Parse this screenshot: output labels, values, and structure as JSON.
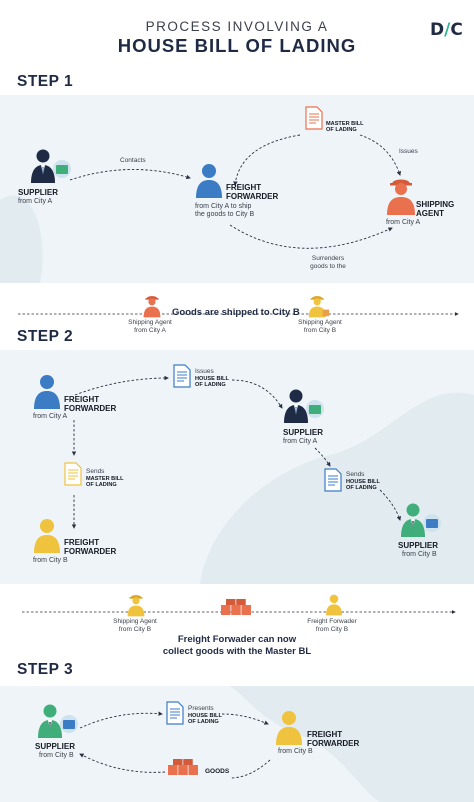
{
  "header": {
    "pretitle": "PROCESS INVOLVING A",
    "title": "HOUSE BILL OF LADING",
    "logo_text_left": "D",
    "logo_text_slash": "/",
    "logo_text_right": "C"
  },
  "colors": {
    "navy": "#1f2a44",
    "blue": "#3b7cc4",
    "orange": "#e9714e",
    "yellow": "#f0c33e",
    "green": "#3fae7a",
    "panel": "#eef4f8",
    "blob": "#e2ebf0"
  },
  "step1": {
    "title": "STEP 1",
    "supplier_name": "SUPPLIER",
    "supplier_city": "from City A",
    "contacts_label": "Contacts",
    "forwarder_name_1": "FREIGHT",
    "forwarder_name_2": "FORWARDER",
    "forwarder_note_1": "from City A to ship",
    "forwarder_note_2": "the goods to City B",
    "doc_label_1": "MASTER BILL",
    "doc_label_2": "OF LADING",
    "issues_label": "Issues",
    "agent_name_1": "SHIPPING",
    "agent_name_2": "AGENT",
    "agent_city": "from City A",
    "surrenders_1": "Surrenders",
    "surrenders_2": "goods to the"
  },
  "transfer1": {
    "text": "Goods are shipped to City B",
    "left_label_1": "Shipping Agent",
    "left_label_2": "from City A",
    "right_label_1": "Shipping Agent",
    "right_label_2": "from City B"
  },
  "step2": {
    "title": "STEP 2",
    "forwarder_a_name_1": "FREIGHT",
    "forwarder_a_name_2": "FORWARDER",
    "forwarder_a_city": "from City A",
    "issues_small": "Issues",
    "house_bill_1": "HOUSE BILL",
    "house_bill_2": "OF LADING",
    "supplier_a_name": "SUPPLIER",
    "supplier_a_city": "from City A",
    "sends_small": "Sends",
    "master_bill_1": "MASTER BILL",
    "master_bill_2": "OF LADING",
    "forwarder_b_name_1": "FREIGHT",
    "forwarder_b_name_2": "FORWARDER",
    "forwarder_b_city": "from City B",
    "sends2_small": "Sends",
    "house_bill2_1": "HOUSE BILL",
    "house_bill2_2": "OF LADING",
    "supplier_b_name": "SUPPLIER",
    "supplier_b_city": "from City B"
  },
  "transfer2": {
    "left_label_1": "Shipping Agent",
    "left_label_2": "from City B",
    "right_label_1": "Freight Forwader",
    "right_label_2": "from City B",
    "collect_1": "Freight Forwader can now",
    "collect_2": "collect goods with the Master BL"
  },
  "step3": {
    "title": "STEP 3",
    "supplier_name": "SUPPLIER",
    "supplier_city": "from City B",
    "presents_small": "Presents",
    "house_bill_1": "HOUSE BILL",
    "house_bill_2": "OF LADING",
    "forwarder_name_1": "FREIGHT",
    "forwarder_name_2": "FORWARDER",
    "forwarder_city": "from City B",
    "goods_label": "GOODS"
  }
}
